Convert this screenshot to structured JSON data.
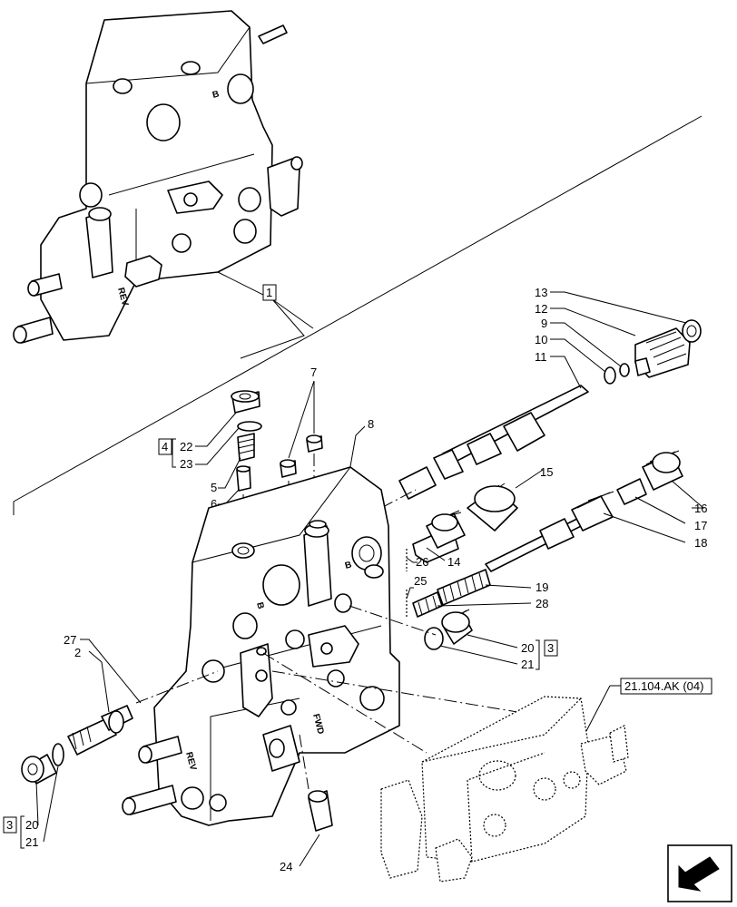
{
  "callouts": {
    "c1": "1",
    "c2": "2",
    "c3a": "3",
    "c3b": "3",
    "c4": "4",
    "c5": "5",
    "c6": "6",
    "c7": "7",
    "c8": "8",
    "c9": "9",
    "c10": "10",
    "c11": "11",
    "c12": "12",
    "c13": "13",
    "c14": "14",
    "c15": "15",
    "c16": "16",
    "c17": "17",
    "c18": "18",
    "c19": "19",
    "c20a": "20",
    "c20b": "20",
    "c21a": "21",
    "c21b": "21",
    "c22": "22",
    "c23": "23",
    "c24": "24",
    "c25": "25",
    "c26": "26",
    "c27": "27",
    "c28": "28"
  },
  "reference": "21.104.AK (04)",
  "embossed": {
    "rev_top": "REV",
    "b_top": "B",
    "rev_main": "REV",
    "b_main": "B",
    "fwd_main": "FWD"
  },
  "nav": {
    "icon": "arrow-next-icon"
  }
}
